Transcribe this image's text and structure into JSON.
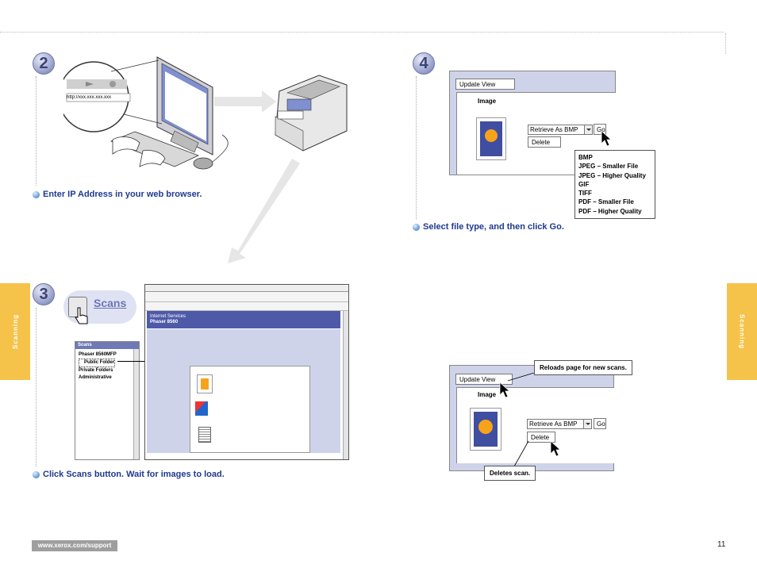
{
  "steps": {
    "s2": {
      "num": "2",
      "caption": "Enter IP Address in your web browser.",
      "address": "http://xxx.xxx.xxx.xxx"
    },
    "s3": {
      "num": "3",
      "caption": "Click Scans button. Wait for images to load.",
      "scans_label": "Scans",
      "tree_title": "Scans",
      "tree_items": [
        "Phaser 8560MFP",
        "Public Folder",
        "Private Folders",
        "Administrative"
      ],
      "is_title": "Internet Services",
      "is_model": "Phaser 8560"
    },
    "s4": {
      "num": "4",
      "caption": "Select file type, and then click Go.",
      "update_view": "Update View",
      "image_label": "Image",
      "retrieve": "Retrieve As BMP",
      "go": "Go",
      "delete": "Delete",
      "options": [
        "BMP",
        "JPEG – Smaller File",
        "JPEG – Higher Quality",
        "GIF",
        "TIFF",
        "PDF – Smaller File",
        "PDF – Higher Quality"
      ]
    },
    "s5": {
      "update_view": "Update View",
      "image_label": "Image",
      "retrieve": "Retrieve As BMP",
      "go": "Go",
      "delete": "Delete",
      "reload_callout": "Reloads page for new scans.",
      "delete_callout": "Deletes scan."
    }
  },
  "side_tab": "Scanning",
  "footer": {
    "url": "www.xerox.com/support",
    "page": "11"
  },
  "colors": {
    "caption_blue": "#1f3a8f",
    "tab_yellow": "#f6c34a",
    "panel_lavender": "#cfd3ea"
  },
  "icons": [
    "browser-monitor-illustration",
    "printer-illustration",
    "magnifier-illustration",
    "hand-cursor-icon",
    "arrow-cursor-icon"
  ]
}
